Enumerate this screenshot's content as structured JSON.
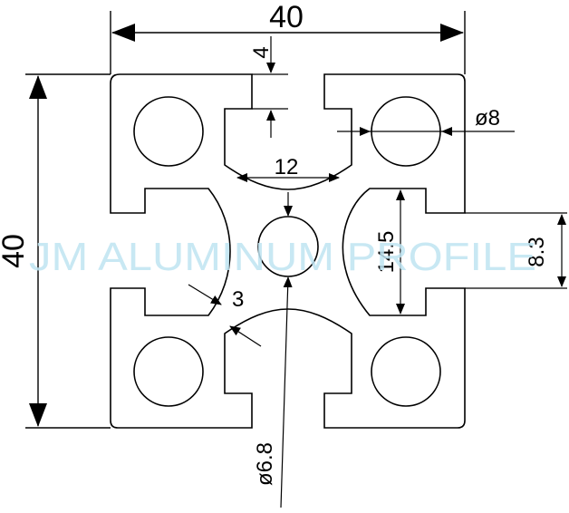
{
  "drawing": {
    "watermark": "JM ALUMINUM PROFILE",
    "dimensions": {
      "overall_width": "40",
      "overall_height": "40",
      "slot_lip_thickness": "4",
      "hole_diameter": "ø8",
      "slot_opening": "12",
      "inner_slot_height": "14.5",
      "slot_neck_width": "8.3",
      "wall_thickness": "3",
      "center_bore_diameter": "ø6.8"
    },
    "colors": {
      "line": "#000000",
      "watermark": "#bfe4f2"
    }
  }
}
